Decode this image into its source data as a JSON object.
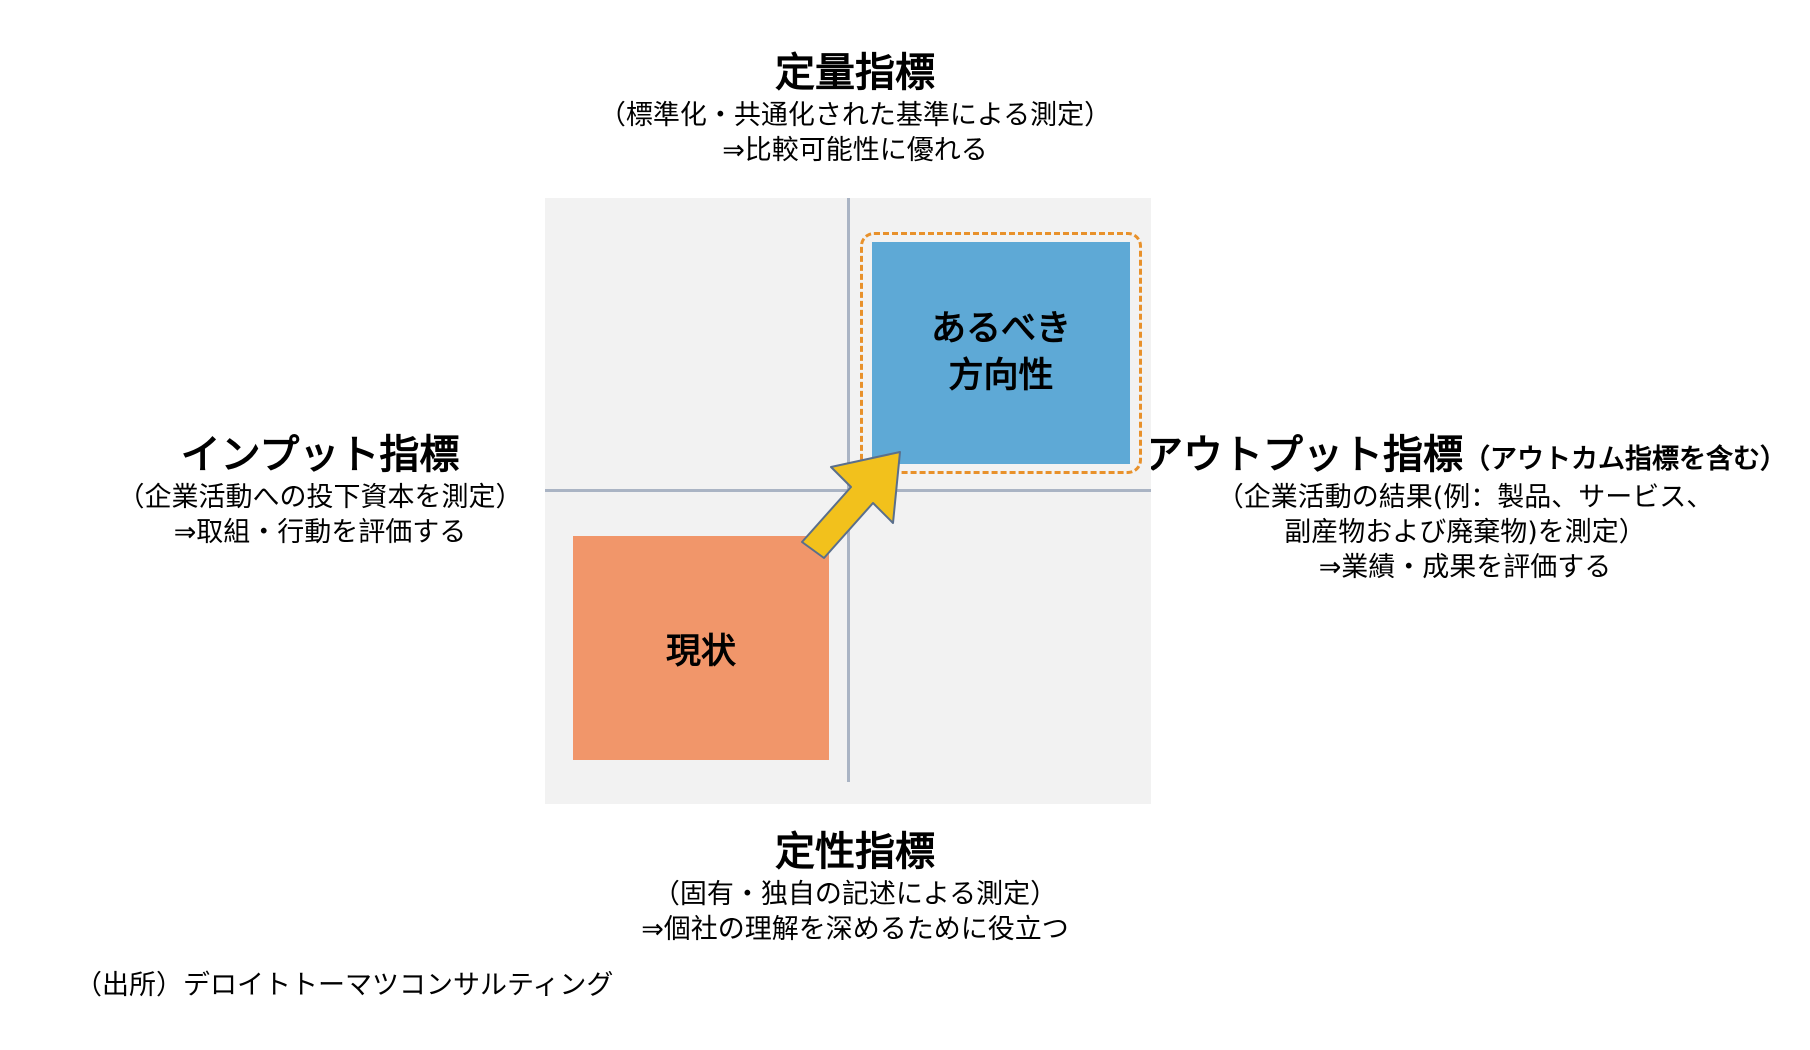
{
  "top": {
    "title": "定量指標",
    "line1": "（標準化・共通化された基準による測定）",
    "line2": "⇒比較可能性に優れる"
  },
  "bottom": {
    "title": "定性指標",
    "line1": "（固有・独自の記述による測定）",
    "line2": "⇒個社の理解を深めるために役立つ"
  },
  "left": {
    "title": "インプット指標",
    "line1": "（企業活動への投下資本を測定）",
    "line2": "⇒取組・行動を評価する"
  },
  "right": {
    "title": "アウトプット指標",
    "title_sub": "（アウトカム指標を含む）",
    "line1": "（企業活動の結果(例：製品、サービス、",
    "line2": "副産物および廃棄物)を測定）",
    "line3": "⇒業績・成果を評価する"
  },
  "boxes": {
    "target_line1": "あるべき",
    "target_line2": "方向性",
    "current": "現状"
  },
  "source": "（出所）デロイトトーマツコンサルティング",
  "colors": {
    "panel": "#f2f2f2",
    "axis": "#aab4c4",
    "target": "#5ea9d6",
    "target_outline": "#e8912b",
    "current": "#f1966a",
    "arrow_fill": "#f2c11c",
    "arrow_stroke": "#5a6f8c"
  }
}
